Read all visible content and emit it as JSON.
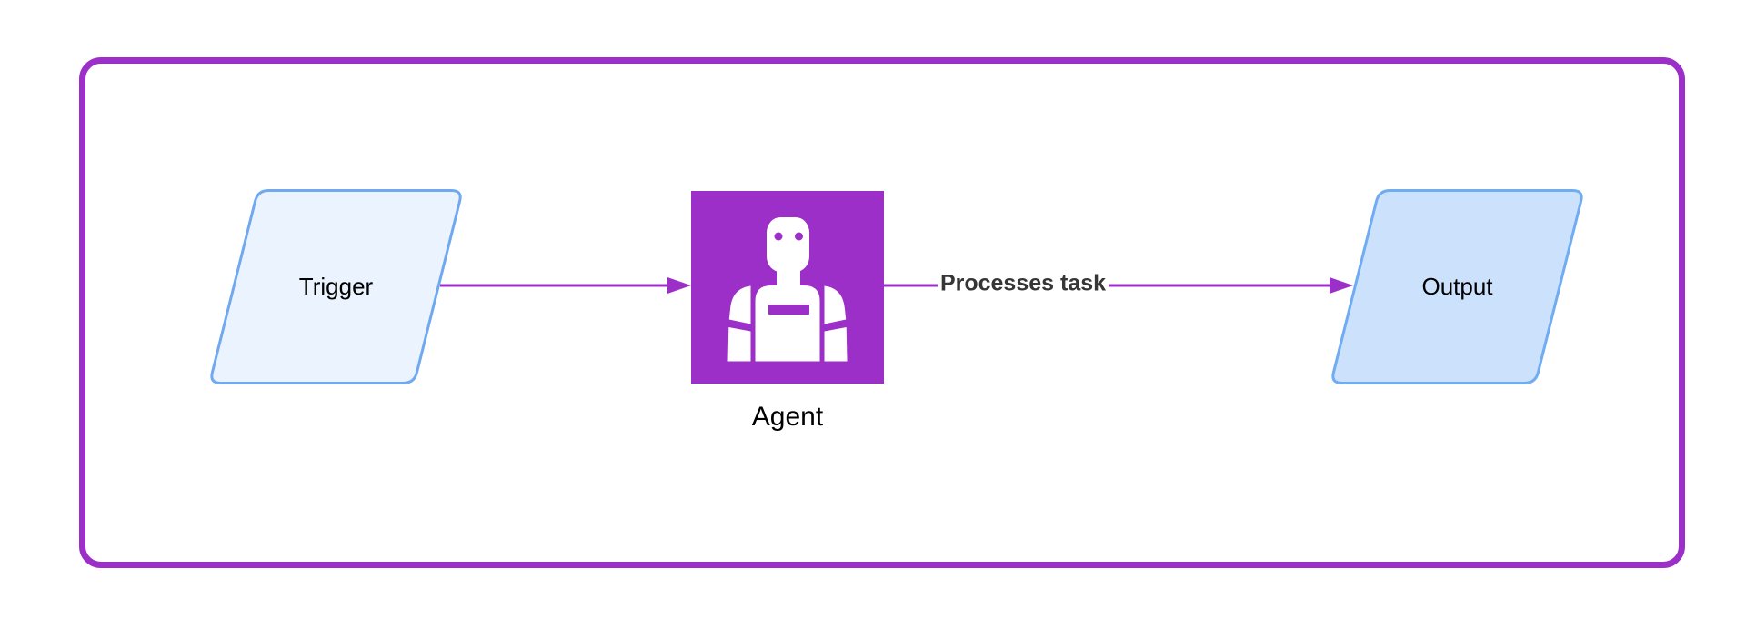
{
  "theme": {
    "purple": "#9B2FC7",
    "trigger-fill": "#EBF3FE",
    "trigger-stroke": "#70A9F0",
    "output-fill": "#CCE1FB",
    "output-stroke": "#6FACF2",
    "node-text": "#000000",
    "edge-label-text": "#363636",
    "canvas-bg": "#ffffff"
  },
  "diagram": {
    "nodes": {
      "trigger": {
        "label": "Trigger",
        "shape": "parallelogram"
      },
      "agent": {
        "label": "Agent",
        "shape": "square",
        "icon": "robot-icon"
      },
      "output": {
        "label": "Output",
        "shape": "parallelogram"
      }
    },
    "edges": {
      "agent_to_output": {
        "label": "Processes task"
      }
    }
  }
}
